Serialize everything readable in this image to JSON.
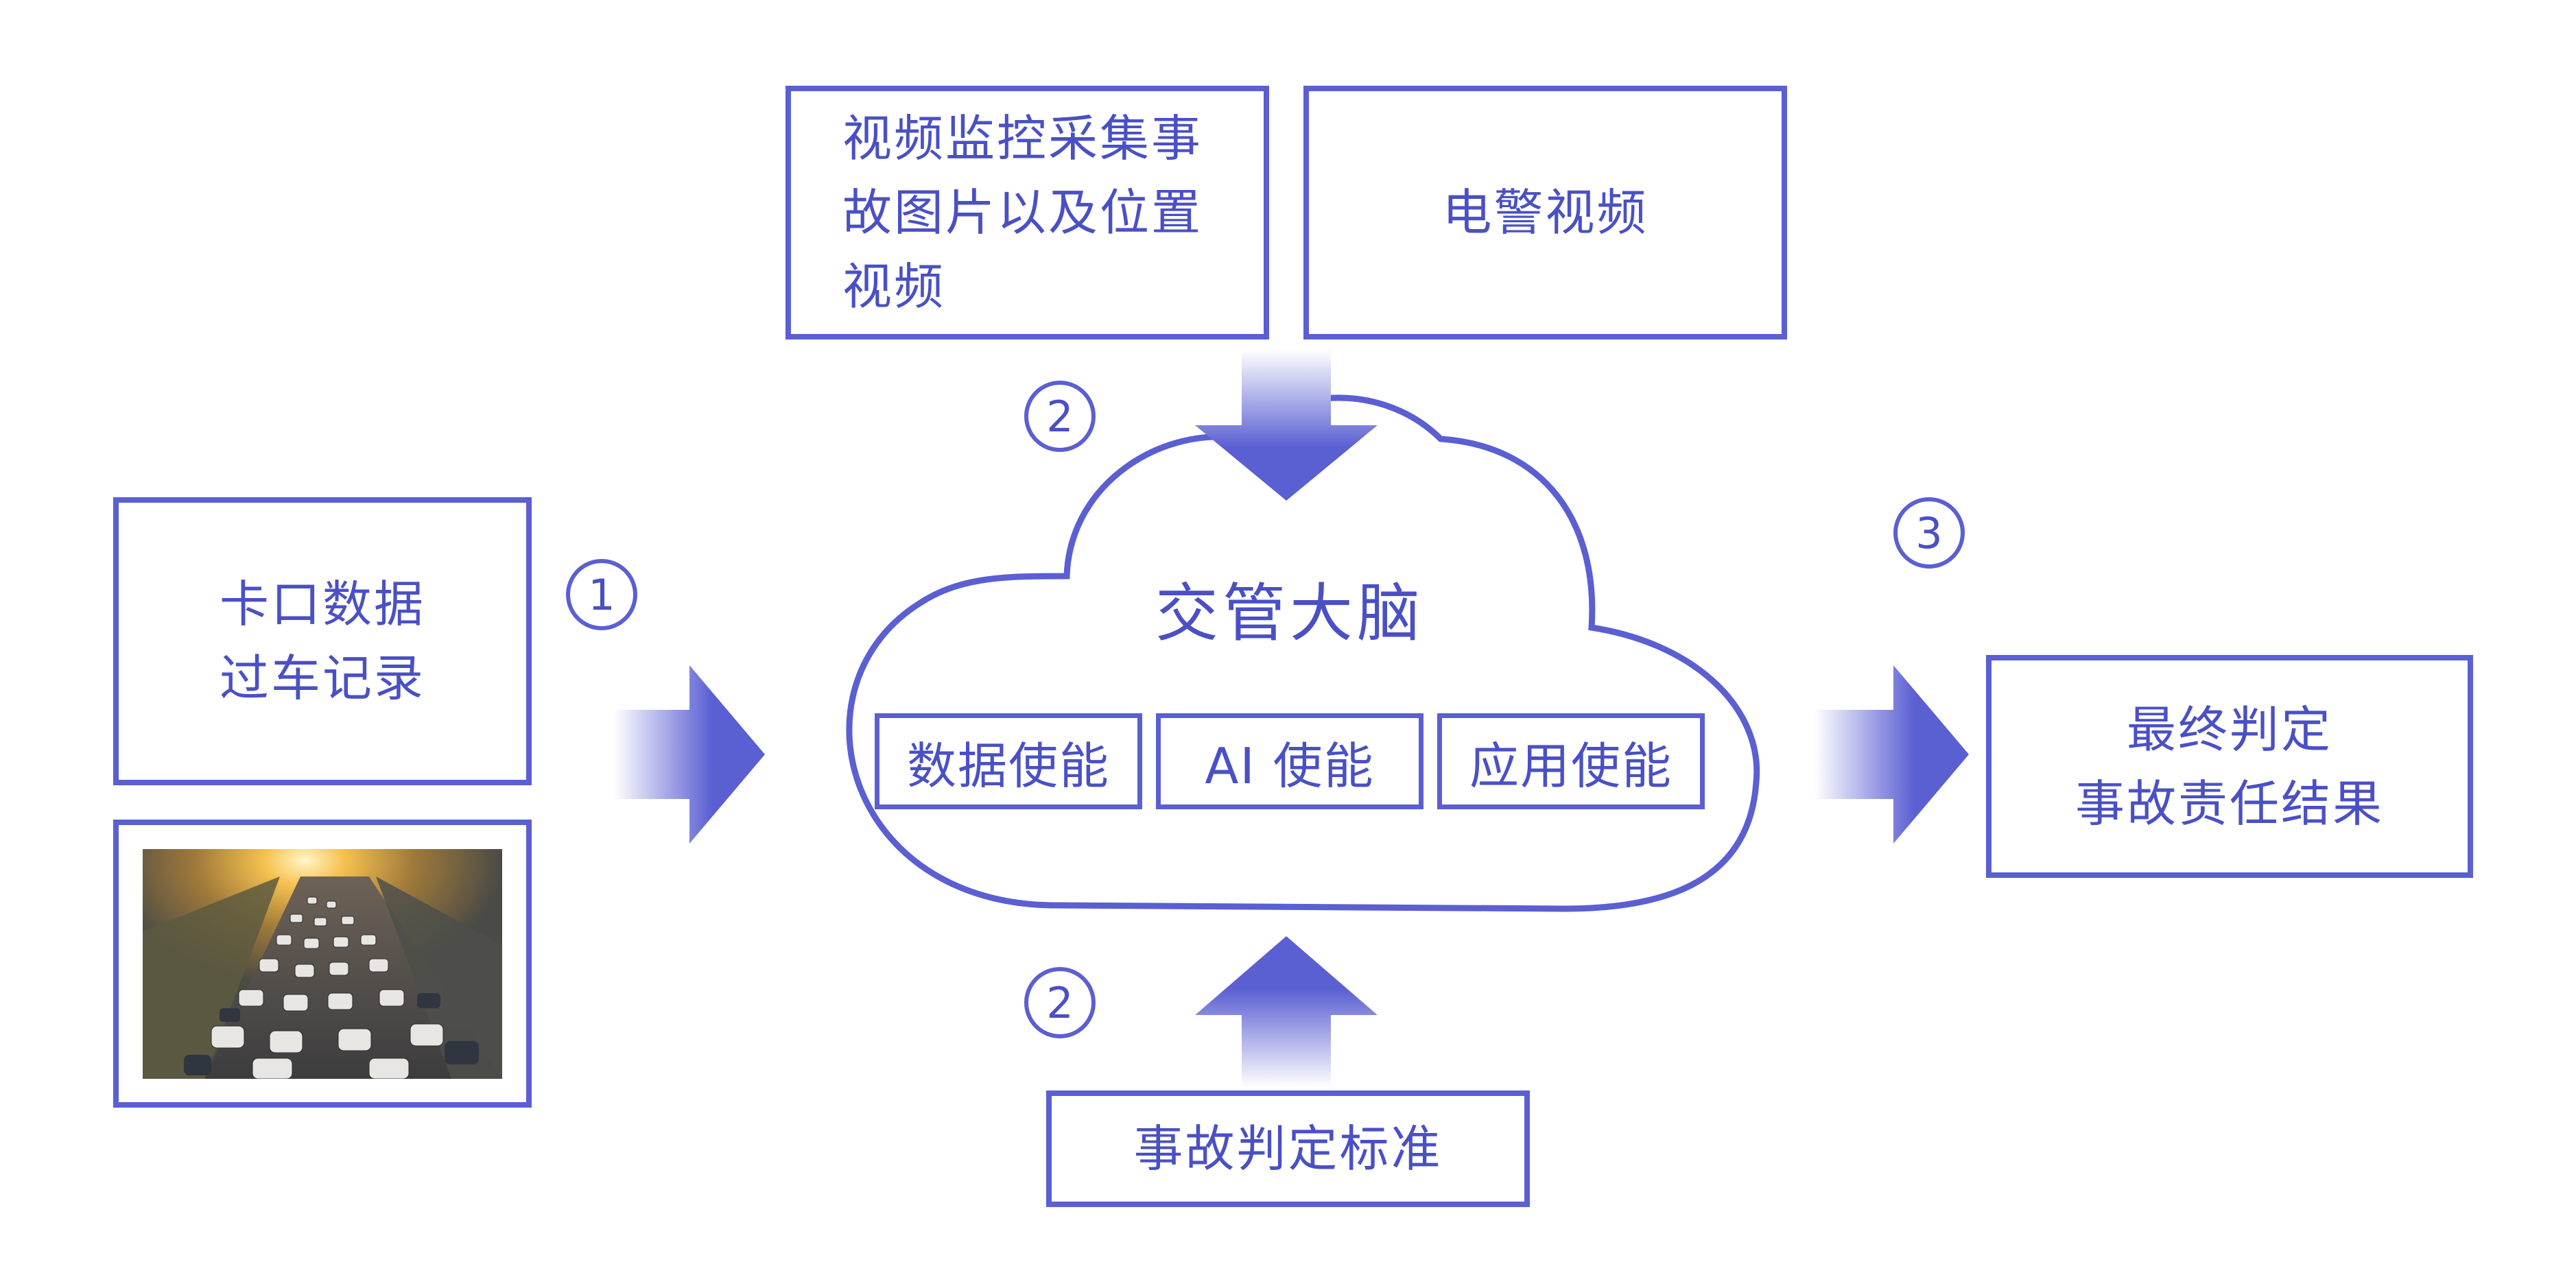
{
  "boxes": {
    "surveillance": [
      "视频监控采集事",
      "故图片以及位置",
      "视频"
    ],
    "e_police": "电警视频",
    "checkpoint": [
      "卡口数据",
      "过车记录"
    ],
    "result": [
      "最终判定",
      "事故责任结果"
    ],
    "standard": "事故判定标准"
  },
  "cloud": {
    "title": "交管大脑",
    "modules": [
      "数据使能",
      "AI 使能",
      "应用使能"
    ]
  },
  "steps": {
    "one": "1",
    "two": "2",
    "three": "3"
  },
  "colors": {
    "accent": "#5a5fd2",
    "text": "#4a50c4",
    "arrow_light": "#ffffff"
  },
  "icons": {
    "traffic_photo": "traffic-photo-image",
    "arrows": "gradient-arrow"
  }
}
